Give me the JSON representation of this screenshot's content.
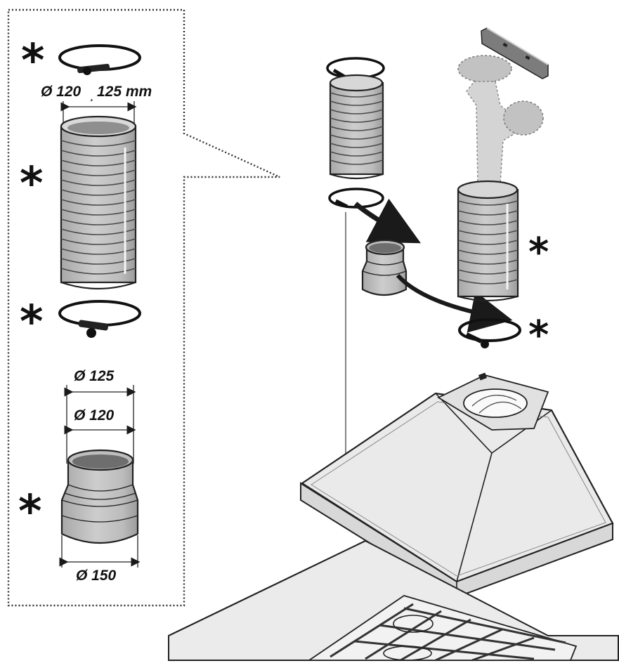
{
  "labels": {
    "hose_diameter": "Ø 120",
    "hose_separator": "¸",
    "hose_diameter_alt": "125 mm",
    "adapter_top_outer": "Ø 125",
    "adapter_top_inner": "Ø 120",
    "adapter_bottom": "Ø 150",
    "asterisk": "*"
  },
  "colors": {
    "part_fill": "#c4c4c4",
    "part_shadow": "#9a9a9a",
    "outline": "#222222",
    "disc_fill": "#6e6e6e",
    "ghost_fill": "#d6d6d6",
    "hood_fill": "#e6e6e6",
    "arrow": "#1a1a1a"
  }
}
